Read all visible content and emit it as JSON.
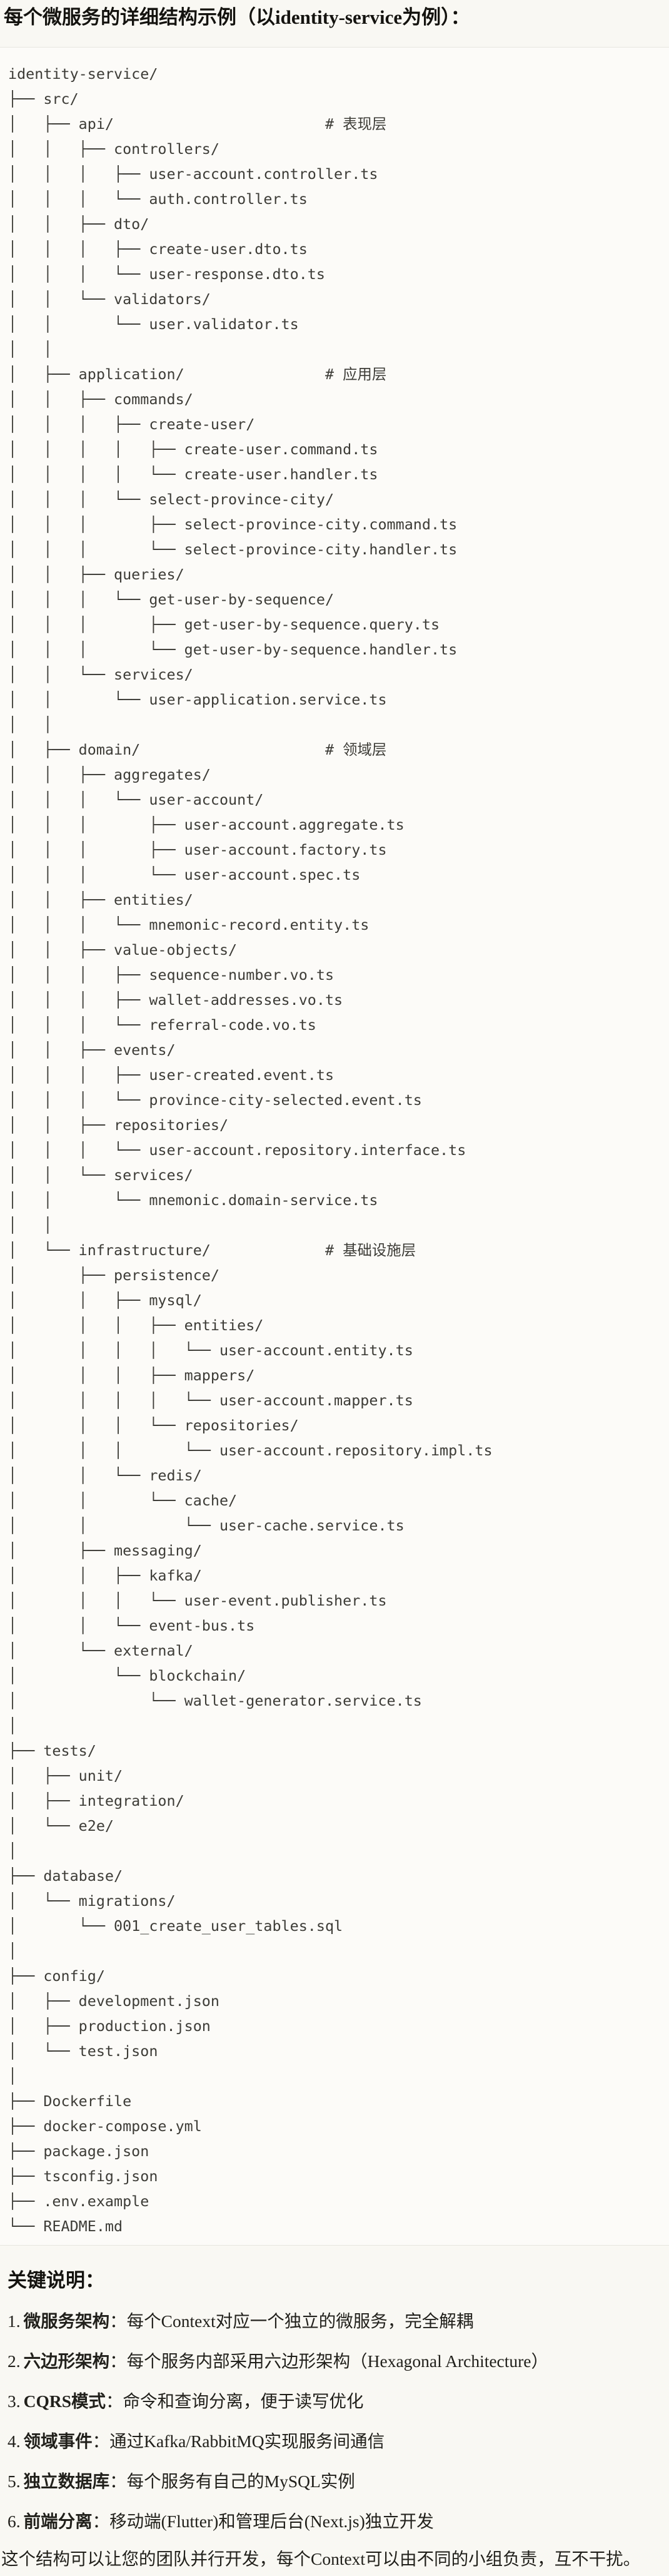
{
  "page": {
    "title": "每个微服务的详细结构示例（以identity-service为例）："
  },
  "tree": {
    "lines": [
      "identity-service/",
      "├── src/",
      "│   ├── api/                        # 表现层",
      "│   │   ├── controllers/",
      "│   │   │   ├── user-account.controller.ts",
      "│   │   │   └── auth.controller.ts",
      "│   │   ├── dto/",
      "│   │   │   ├── create-user.dto.ts",
      "│   │   │   └── user-response.dto.ts",
      "│   │   └── validators/",
      "│   │       └── user.validator.ts",
      "│   │",
      "│   ├── application/                # 应用层",
      "│   │   ├── commands/",
      "│   │   │   ├── create-user/",
      "│   │   │   │   ├── create-user.command.ts",
      "│   │   │   │   └── create-user.handler.ts",
      "│   │   │   └── select-province-city/",
      "│   │   │       ├── select-province-city.command.ts",
      "│   │   │       └── select-province-city.handler.ts",
      "│   │   ├── queries/",
      "│   │   │   └── get-user-by-sequence/",
      "│   │   │       ├── get-user-by-sequence.query.ts",
      "│   │   │       └── get-user-by-sequence.handler.ts",
      "│   │   └── services/",
      "│   │       └── user-application.service.ts",
      "│   │",
      "│   ├── domain/                     # 领域层",
      "│   │   ├── aggregates/",
      "│   │   │   └── user-account/",
      "│   │   │       ├── user-account.aggregate.ts",
      "│   │   │       ├── user-account.factory.ts",
      "│   │   │       └── user-account.spec.ts",
      "│   │   ├── entities/",
      "│   │   │   └── mnemonic-record.entity.ts",
      "│   │   ├── value-objects/",
      "│   │   │   ├── sequence-number.vo.ts",
      "│   │   │   ├── wallet-addresses.vo.ts",
      "│   │   │   └── referral-code.vo.ts",
      "│   │   ├── events/",
      "│   │   │   ├── user-created.event.ts",
      "│   │   │   └── province-city-selected.event.ts",
      "│   │   ├── repositories/",
      "│   │   │   └── user-account.repository.interface.ts",
      "│   │   └── services/",
      "│   │       └── mnemonic.domain-service.ts",
      "│   │",
      "│   └── infrastructure/             # 基础设施层",
      "│       ├── persistence/",
      "│       │   ├── mysql/",
      "│       │   │   ├── entities/",
      "│       │   │   │   └── user-account.entity.ts",
      "│       │   │   ├── mappers/",
      "│       │   │   │   └── user-account.mapper.ts",
      "│       │   │   └── repositories/",
      "│       │   │       └── user-account.repository.impl.ts",
      "│       │   └── redis/",
      "│       │       └── cache/",
      "│       │           └── user-cache.service.ts",
      "│       ├── messaging/",
      "│       │   ├── kafka/",
      "│       │   │   └── user-event.publisher.ts",
      "│       │   └── event-bus.ts",
      "│       └── external/",
      "│           └── blockchain/",
      "│               └── wallet-generator.service.ts",
      "│",
      "├── tests/",
      "│   ├── unit/",
      "│   ├── integration/",
      "│   └── e2e/",
      "│",
      "├── database/",
      "│   └── migrations/",
      "│       └── 001_create_user_tables.sql",
      "│",
      "├── config/",
      "│   ├── development.json",
      "│   ├── production.json",
      "│   └── test.json",
      "│",
      "├── Dockerfile",
      "├── docker-compose.yml",
      "├── package.json",
      "├── tsconfig.json",
      "├── .env.example",
      "└── README.md"
    ]
  },
  "notes": {
    "heading": "关键说明：",
    "items": [
      {
        "num": "1.",
        "term": "微服务架构",
        "colon": "：",
        "desc": "每个Context对应一个独立的微服务，完全解耦"
      },
      {
        "num": "2.",
        "term": "六边形架构",
        "colon": "：",
        "desc": "每个服务内部采用六边形架构（Hexagonal Architecture）"
      },
      {
        "num": "3.",
        "term": "CQRS模式",
        "colon": "：",
        "desc": "命令和查询分离，便于读写优化"
      },
      {
        "num": "4.",
        "term": "领域事件",
        "colon": "：",
        "desc": "通过Kafka/RabbitMQ实现服务间通信"
      },
      {
        "num": "5.",
        "term": "独立数据库",
        "colon": "：",
        "desc": "每个服务有自己的MySQL实例"
      },
      {
        "num": "6.",
        "term": "前端分离",
        "colon": "：",
        "desc": "移动端(Flutter)和管理后台(Next.js)独立开发"
      }
    ],
    "footer": "这个结构可以让您的团队并行开发，每个Context可以由不同的小组负责，互不干扰。"
  },
  "colors": {
    "page_bg": "#f9f8f3",
    "code_bg": "#fcfbf8",
    "code_border": "#e8e6e0",
    "code_text": "#3d3c37",
    "heading_text": "#14130f",
    "body_text": "#21201b"
  }
}
